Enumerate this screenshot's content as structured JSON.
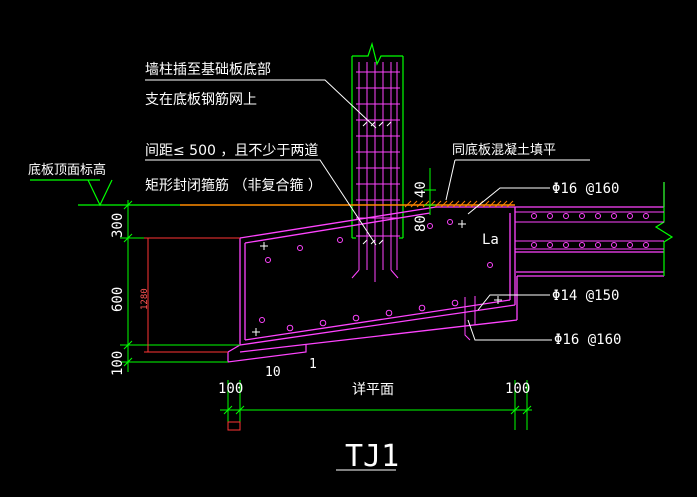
{
  "drawing": {
    "title": "TJ1",
    "notes": {
      "wall_insert_line1": "墙柱插至基础板底部",
      "wall_insert_line2": "支在底板钢筋网上",
      "spacing_line1": "间距≤ 500 ，且不少于两道",
      "spacing_line2": "矩形封闭箍筋 （非复合箍 ）",
      "slab_level": "底板顶面标高",
      "same_concrete": "同底板混凝土填平"
    },
    "rebar": {
      "top": "Φ16 @160",
      "mid": "Φ14 @150",
      "bottom": "Φ16 @160",
      "anchor": "La"
    },
    "dimensions": {
      "d300": "300",
      "d600": "600",
      "d100v": "100",
      "d1280": "1280",
      "d40": "40",
      "d80": "80",
      "d10": "10",
      "d1": "1",
      "d100_left": "100",
      "d100_right": "100",
      "plan_ref": "详平面"
    },
    "colors": {
      "rebar": "#ff44ff",
      "dimension": "#00ff00",
      "leader": "#ffffff",
      "level_line": "#ff8c00",
      "hatch": "#ff8000"
    }
  }
}
